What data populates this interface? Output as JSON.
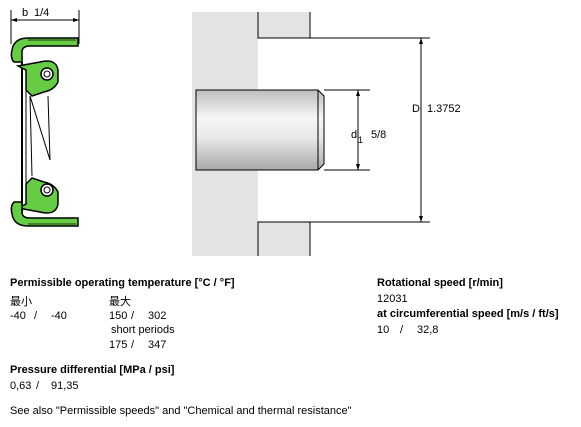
{
  "diagram": {
    "dim_b_symbol": "b",
    "dim_b_value": "1/4",
    "dim_d1_symbol": "d",
    "dim_d1_subscript": "1",
    "dim_d1_value": "5/8",
    "dim_D_symbol": "D",
    "dim_D_value": "1.3752",
    "colors": {
      "seal_fill": "#66cc44",
      "seal_stroke": "#000000",
      "housing_fill": "#e4e4e4",
      "shaft_light": "#f4f4f4",
      "shaft_dark": "#b8b8b8"
    }
  },
  "temperature": {
    "title": "Permissible operating temperature [°C / °F]",
    "min_label": "最小",
    "max_label": "最大",
    "min_c": "-40",
    "min_f": "-40",
    "max_c": "150",
    "max_f": "302",
    "short_periods_label": "short periods",
    "short_c": "175",
    "short_f": "347",
    "sep": "/"
  },
  "pressure": {
    "title": "Pressure differential [MPa / psi]",
    "mpa": "0,63",
    "psi": "91,35",
    "sep": "/"
  },
  "rotational": {
    "title": "Rotational speed [r/min]",
    "value": "12031"
  },
  "circumferential": {
    "title": "at circumferential speed [m/s / ft/s]",
    "ms": "10",
    "fts": "32,8",
    "sep": "/"
  },
  "footer": {
    "prefix": "See also ",
    "link1": "\"Permissible speeds\"",
    "middle": " and ",
    "link2": "\"Chemical and thermal resistance\""
  }
}
